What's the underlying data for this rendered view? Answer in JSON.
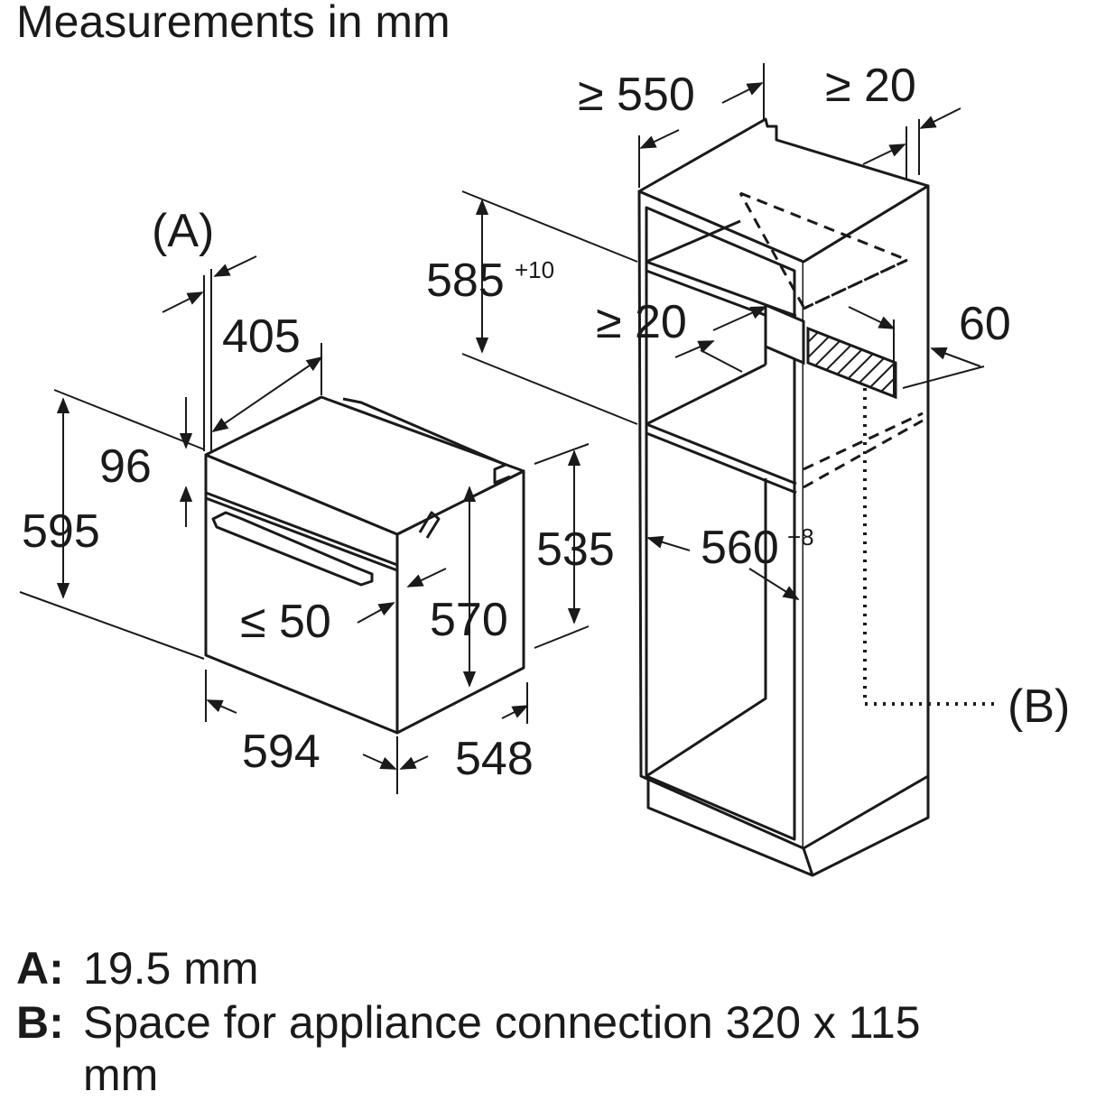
{
  "title": "Measurements in mm",
  "dimensions": {
    "oven_height": "595",
    "control_panel": "96",
    "depth_top": "405",
    "recess_A": "(A)",
    "front_width": "594",
    "depth": "548",
    "body_height": "535",
    "inner_height": "570",
    "handle": "≤ 50",
    "niche_height": "585",
    "niche_height_tol": "+10",
    "cabinet_depth": "≥ 550",
    "gap_rear": "≥ 20",
    "gap_top": "≥ 20",
    "vent_height": "60",
    "niche_width": "560",
    "niche_width_tol": "+8",
    "label_B": "(B)"
  },
  "legend": [
    {
      "key": "A:",
      "text": "19.5 mm"
    },
    {
      "key": "B:",
      "text": "Space for appliance connection 320 x 115 mm"
    }
  ]
}
